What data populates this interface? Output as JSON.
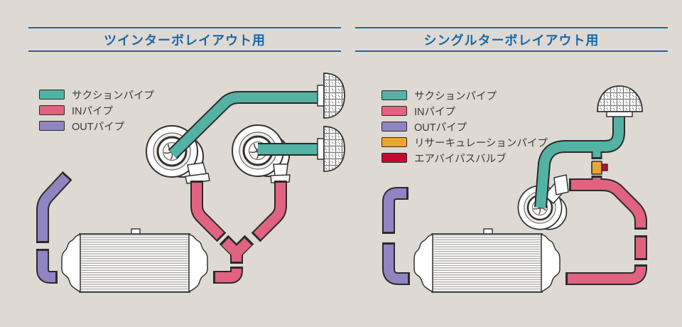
{
  "colors": {
    "background": "#dedad3",
    "title_blue": "#1b67ab",
    "outline": "#2b2b2b",
    "suction_pipe": "#53b2a4",
    "in_pipe": "#e0637f",
    "out_pipe": "#9085c1",
    "recirculation_pipe": "#efa431",
    "air_bypass_valve": "#c40a34"
  },
  "panels": {
    "left": {
      "title": "ツインターボレイアウト用",
      "legend": [
        {
          "key": "suction_pipe",
          "label": "サクションパイプ"
        },
        {
          "key": "in_pipe",
          "label": "INパイプ"
        },
        {
          "key": "out_pipe",
          "label": "OUTパイプ"
        }
      ]
    },
    "right": {
      "title": "シングルターボレイアウト用",
      "legend": [
        {
          "key": "suction_pipe",
          "label": "サクションパイプ"
        },
        {
          "key": "in_pipe",
          "label": "INパイプ"
        },
        {
          "key": "out_pipe",
          "label": "OUTパイプ"
        },
        {
          "key": "recirculation_pipe",
          "label": "リサーキュレーションパイプ"
        },
        {
          "key": "air_bypass_valve",
          "label": "エアバイパスバルブ"
        }
      ]
    }
  }
}
